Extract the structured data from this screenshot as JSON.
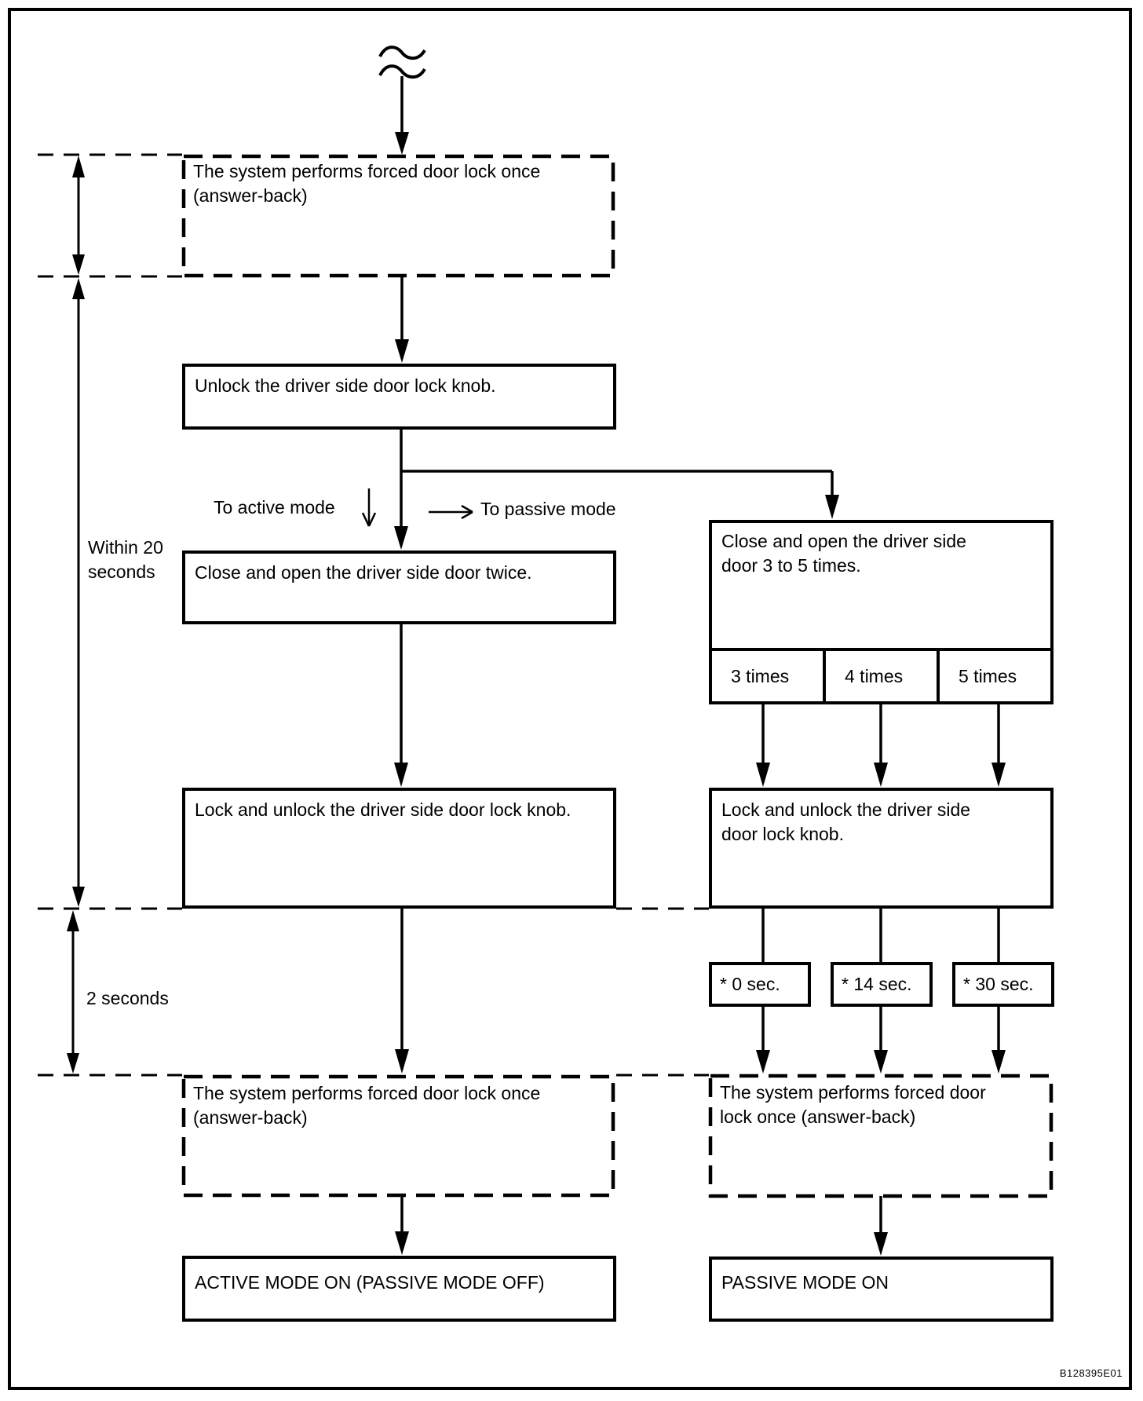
{
  "diagram": {
    "figure_code": "B128395E01",
    "colors": {
      "ink": "#000000",
      "background": "#ffffff"
    },
    "timing": {
      "within_20_seconds": "Within 20 seconds",
      "two_seconds": "2 seconds"
    },
    "branch_labels": {
      "active": "To active mode",
      "passive": "To passive mode"
    },
    "boxes": {
      "answer_back_top": "The system performs forced door lock once (answer-back)",
      "unlock_knob": "Unlock the driver side door lock knob.",
      "close_open_twice": "Close and open the driver side door twice.",
      "close_open_3to5": "Close and open the driver side door 3 to 5 times.",
      "times_options": [
        "3 times",
        "4 times",
        "5 times"
      ],
      "lock_unlock_left": "Lock and unlock the driver side door lock knob.",
      "lock_unlock_right": "Lock and unlock the driver side door lock knob.",
      "delays": [
        "* 0 sec.",
        "* 14 sec.",
        "* 30 sec."
      ],
      "answer_back_left": "The system performs forced door lock once (answer-back)",
      "answer_back_right": "The system performs forced door lock once (answer-back)",
      "active_mode_result": "ACTIVE MODE ON (PASSIVE MODE OFF)",
      "passive_mode_result": "PASSIVE MODE ON"
    }
  }
}
